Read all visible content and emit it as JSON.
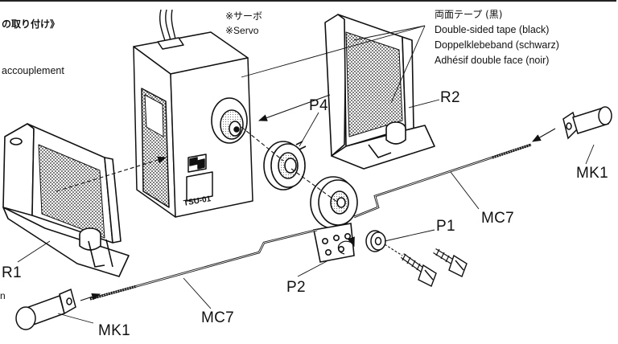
{
  "header": {
    "jp_title_fragment": "の取り付け》",
    "fr_fragment": "accouplement"
  },
  "servo": {
    "label_jp": "※サーボ",
    "label_en": "※Servo",
    "badge": "TSU-01"
  },
  "tape": {
    "jp": "両面テープ (黒)",
    "en": "Double-sided tape (black)",
    "de": "Doppelklebeband (schwarz)",
    "fr": "Adhésif double face (noir)"
  },
  "parts": {
    "r1": "R1",
    "r2": "R2",
    "p1": "P1",
    "p2": "P2",
    "p4": "P4",
    "mk1_right": "MK1",
    "mk1_left": "MK1",
    "mc7_right": "MC7",
    "mc7_left": "MC7",
    "left_edge_fragment": "n"
  }
}
